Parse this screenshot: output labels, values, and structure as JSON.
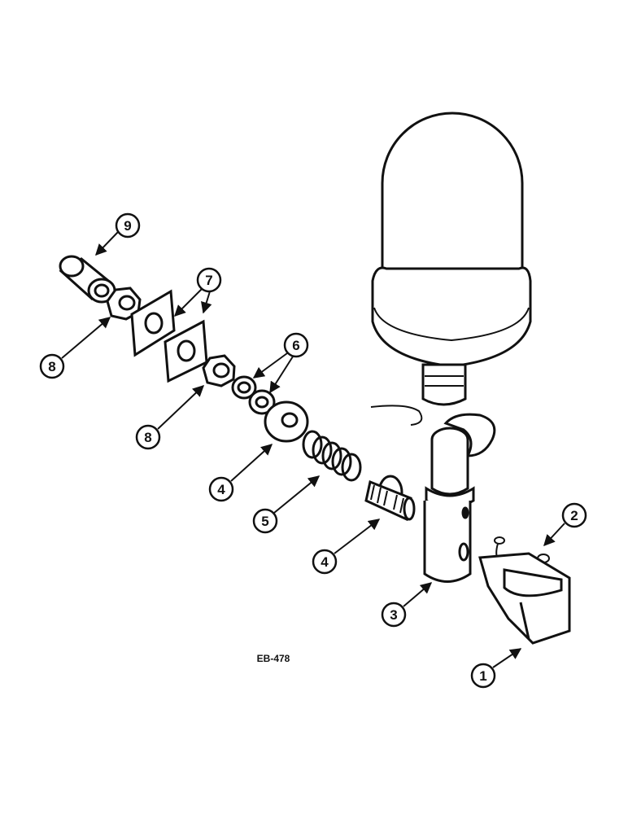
{
  "figure": {
    "code": "EB-478"
  },
  "callouts": [
    {
      "id": "c9",
      "label": "9"
    },
    {
      "id": "c7",
      "label": "7"
    },
    {
      "id": "c8a",
      "label": "8"
    },
    {
      "id": "c8b",
      "label": "8"
    },
    {
      "id": "c6",
      "label": "6"
    },
    {
      "id": "c4a",
      "label": "4"
    },
    {
      "id": "c5",
      "label": "5"
    },
    {
      "id": "c4b",
      "label": "4"
    },
    {
      "id": "c3",
      "label": "3"
    },
    {
      "id": "c2",
      "label": "2"
    },
    {
      "id": "c1",
      "label": "1"
    }
  ]
}
